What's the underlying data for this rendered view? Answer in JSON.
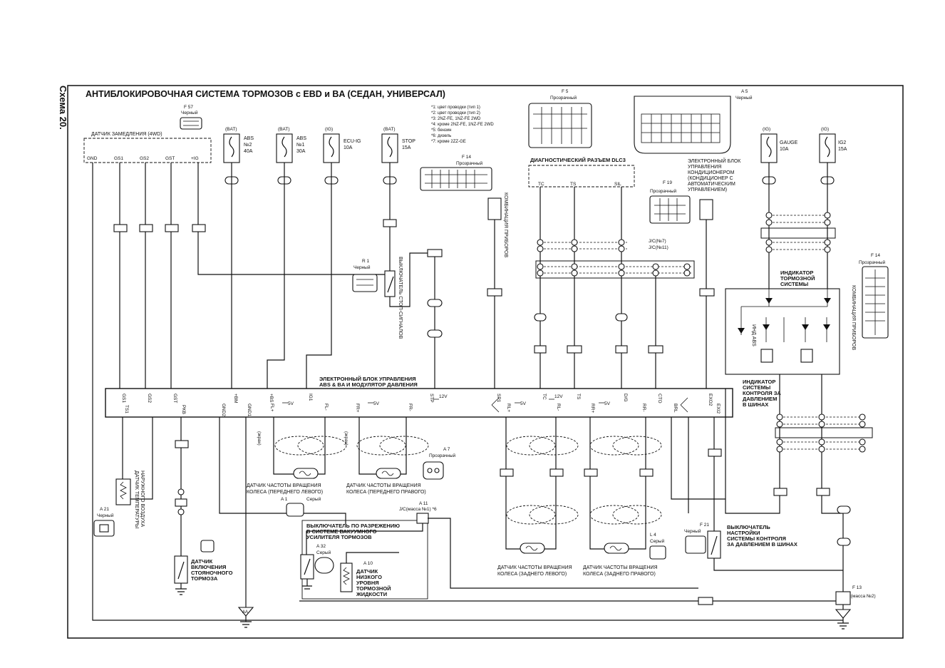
{
  "page": {
    "side_label": "Схема 20.",
    "title": "АНТИБЛОКИРОВОЧНАЯ СИСТЕМА ТОРМОЗОВ с EBD и BA (СЕДАН, УНИВЕРСАЛ)"
  },
  "notes": [
    "*1: цвет проводки (тип 1)",
    "*2: цвет проводки (тип 2)",
    "*3: 2NZ-FE, 1NZ-FE 2WD",
    "*4: кроме 2NZ-FE, 1NZ-FE 2WD",
    "*5: бензин",
    "*6: дизель",
    "*7: кроме 2ZZ-GE"
  ],
  "fuses": [
    {
      "source": "(BAT)",
      "name": "ABS",
      "line2": "№2",
      "rating": "40A"
    },
    {
      "source": "(BAT)",
      "name": "ABS",
      "line2": "№1",
      "rating": "30A"
    },
    {
      "source": "(IG)",
      "name": "ECU-IG",
      "line2": "",
      "rating": "10A"
    },
    {
      "source": "(BAT)",
      "name": "STOP",
      "line2": "",
      "rating": "15A"
    },
    {
      "source": "(IG)",
      "name": "GAUGE",
      "line2": "",
      "rating": "10A"
    },
    {
      "source": "(IG)",
      "name": "IG2",
      "line2": "",
      "rating": "15A"
    }
  ],
  "decel_sensor": {
    "ref": "F 57",
    "color": "Черный",
    "label": "ДАТЧИК ЗАМЕДЛЕНИЯ (4WD)",
    "pins": [
      "GND",
      "GS1",
      "GS2",
      "GST",
      "+IG"
    ]
  },
  "connectors": {
    "f5_ref": "F 5",
    "f5_note": "Прозрачный",
    "a5_ref": "A 5",
    "a5_note": "Черный",
    "f14_ref": "F 14",
    "f14_note": "Прозрачный",
    "f19_ref": "F 19",
    "f19_note": "Прозрачный",
    "f14_right_ref": "F 14",
    "f14_right_note": "Прозрачный",
    "r1_ref": "R 1",
    "r1_note": "Черный",
    "a7_ref": "A 7",
    "a7_note": "Прозрачный",
    "a1_ref": "A 1",
    "a1_note": "Серый",
    "a21_ref": "A 21",
    "a21_note": "Черный",
    "a32_ref": "A 32",
    "a32_note": "Серый",
    "a10_ref": "A 10",
    "l4_ref": "L 4",
    "l4_note": "Серый",
    "f21_ref": "F 21",
    "f21_note": "Черный",
    "f13_ref": "F 13",
    "f13_note": "J/C(масса №2)",
    "jc1_ref": "A 11",
    "jc1_note": "J/C(масса №1) *6"
  },
  "labels": {
    "dlc": "ДИАГНОСТИЧЕСКИЙ РАЗЪЕМ DLC3",
    "dlc_pins": [
      "TC",
      "TS",
      "SIL"
    ],
    "ac_ecu": [
      "ЭЛЕКТРОННЫЙ БЛОК",
      "УПРАВЛЕНИЯ",
      "КОНДИЦИОНЕРОМ",
      "(КОНДИЦИОНЕР С",
      "АВТОМАТИЧЕСКИМ",
      "УПРАВЛЕНИЕМ)"
    ],
    "stop_switch": "ВЫКЛЮЧАТЕЛЬ СТОП-СИГНАЛОВ",
    "combo_meter": "КОМБИНАЦИЯ ПРИБОРОВ",
    "abs_ecu_line1": "ЭЛЕКТРОННЫЙ БЛОК УПРАВЛЕНИЯ",
    "abs_ecu_line2": "ABS & BA И МОДУЛЯТОР ДАВЛЕНИЯ",
    "brake_indicator": [
      "ИНДИКАТОР",
      "ТОРМОЗНОЙ",
      "СИСТЕМЫ"
    ],
    "abs_indicator": "ИНД ABS",
    "tire_indicator": [
      "ИНДИКАТОР",
      "СИСТЕМЫ",
      "КОНТРОЛЯ ЗА",
      "ДАВЛЕНИЕМ",
      "В ШИНАХ"
    ],
    "front_left": [
      "ДАТЧИК ЧАСТОТЫ ВРАЩЕНИЯ",
      "КОЛЕСА (ПЕРЕДНЕГО ЛЕВОГО)"
    ],
    "front_right": [
      "ДАТЧИК ЧАСТОТЫ ВРАЩЕНИЯ",
      "КОЛЕСА (ПЕРЕДНЕГО ПРАВОГО)"
    ],
    "rear_left": [
      "ДАТЧИК ЧАСТОТЫ ВРАЩЕНИЯ",
      "КОЛЕСА (ЗАДНЕГО ЛЕВОГО)"
    ],
    "rear_right": [
      "ДАТЧИК ЧАСТОТЫ ВРАЩЕНИЯ",
      "КОЛЕСА (ЗАДНЕГО ПРАВОГО)"
    ],
    "air_temp": [
      "ДАТЧИК ТЕМПЕРАТУРЫ",
      "НАРУЖНОГО ВОЗДУХА"
    ],
    "parking": [
      "ДАТЧИК",
      "ВКЛЮЧЕНИЯ",
      "СТОЯНОЧНОГО",
      "ТОРМОЗА"
    ],
    "vacuum": [
      "ВЫКЛЮЧАТЕЛЬ ПО РАЗРЕЖЕНИЮ",
      "В СИСТЕМЕ ВАКУУМНОГО",
      "УСИЛИТЕЛЯ ТОРМОЗОВ"
    ],
    "fluid": [
      "ДАТЧИК",
      "НИЗКОГО",
      "УРОВНЯ",
      "ТОРМОЗНОЙ",
      "ЖИДКОСТИ"
    ],
    "tire_switch": [
      "ВЫКЛЮЧАТЕЛЬ",
      "НАСТРОЙКИ",
      "СИСТЕМЫ КОНТРОЛЯ",
      "ЗА ДАВЛЕНИЕМ В ШИНАХ"
    ],
    "jc_n7": "J/C(№7)",
    "jc_n11": "J/C(№11)",
    "shield": "(экран)",
    "ground": "АА"
  },
  "ecu_pins": [
    "GS1",
    "GS2",
    "GST",
    "+BM",
    "+BS",
    "IG1",
    "STP",
    "SP1",
    "TC",
    "TS",
    "D/G",
    "CTO",
    "EXO2",
    "TS1",
    "PKB",
    "GND2",
    "GND1",
    "FL+",
    "FL-",
    "FR+",
    "FR-",
    "RL+",
    "RL-",
    "RR+",
    "RR-",
    "BRL",
    "EXI2"
  ],
  "voltages": [
    "5V",
    "12V"
  ]
}
